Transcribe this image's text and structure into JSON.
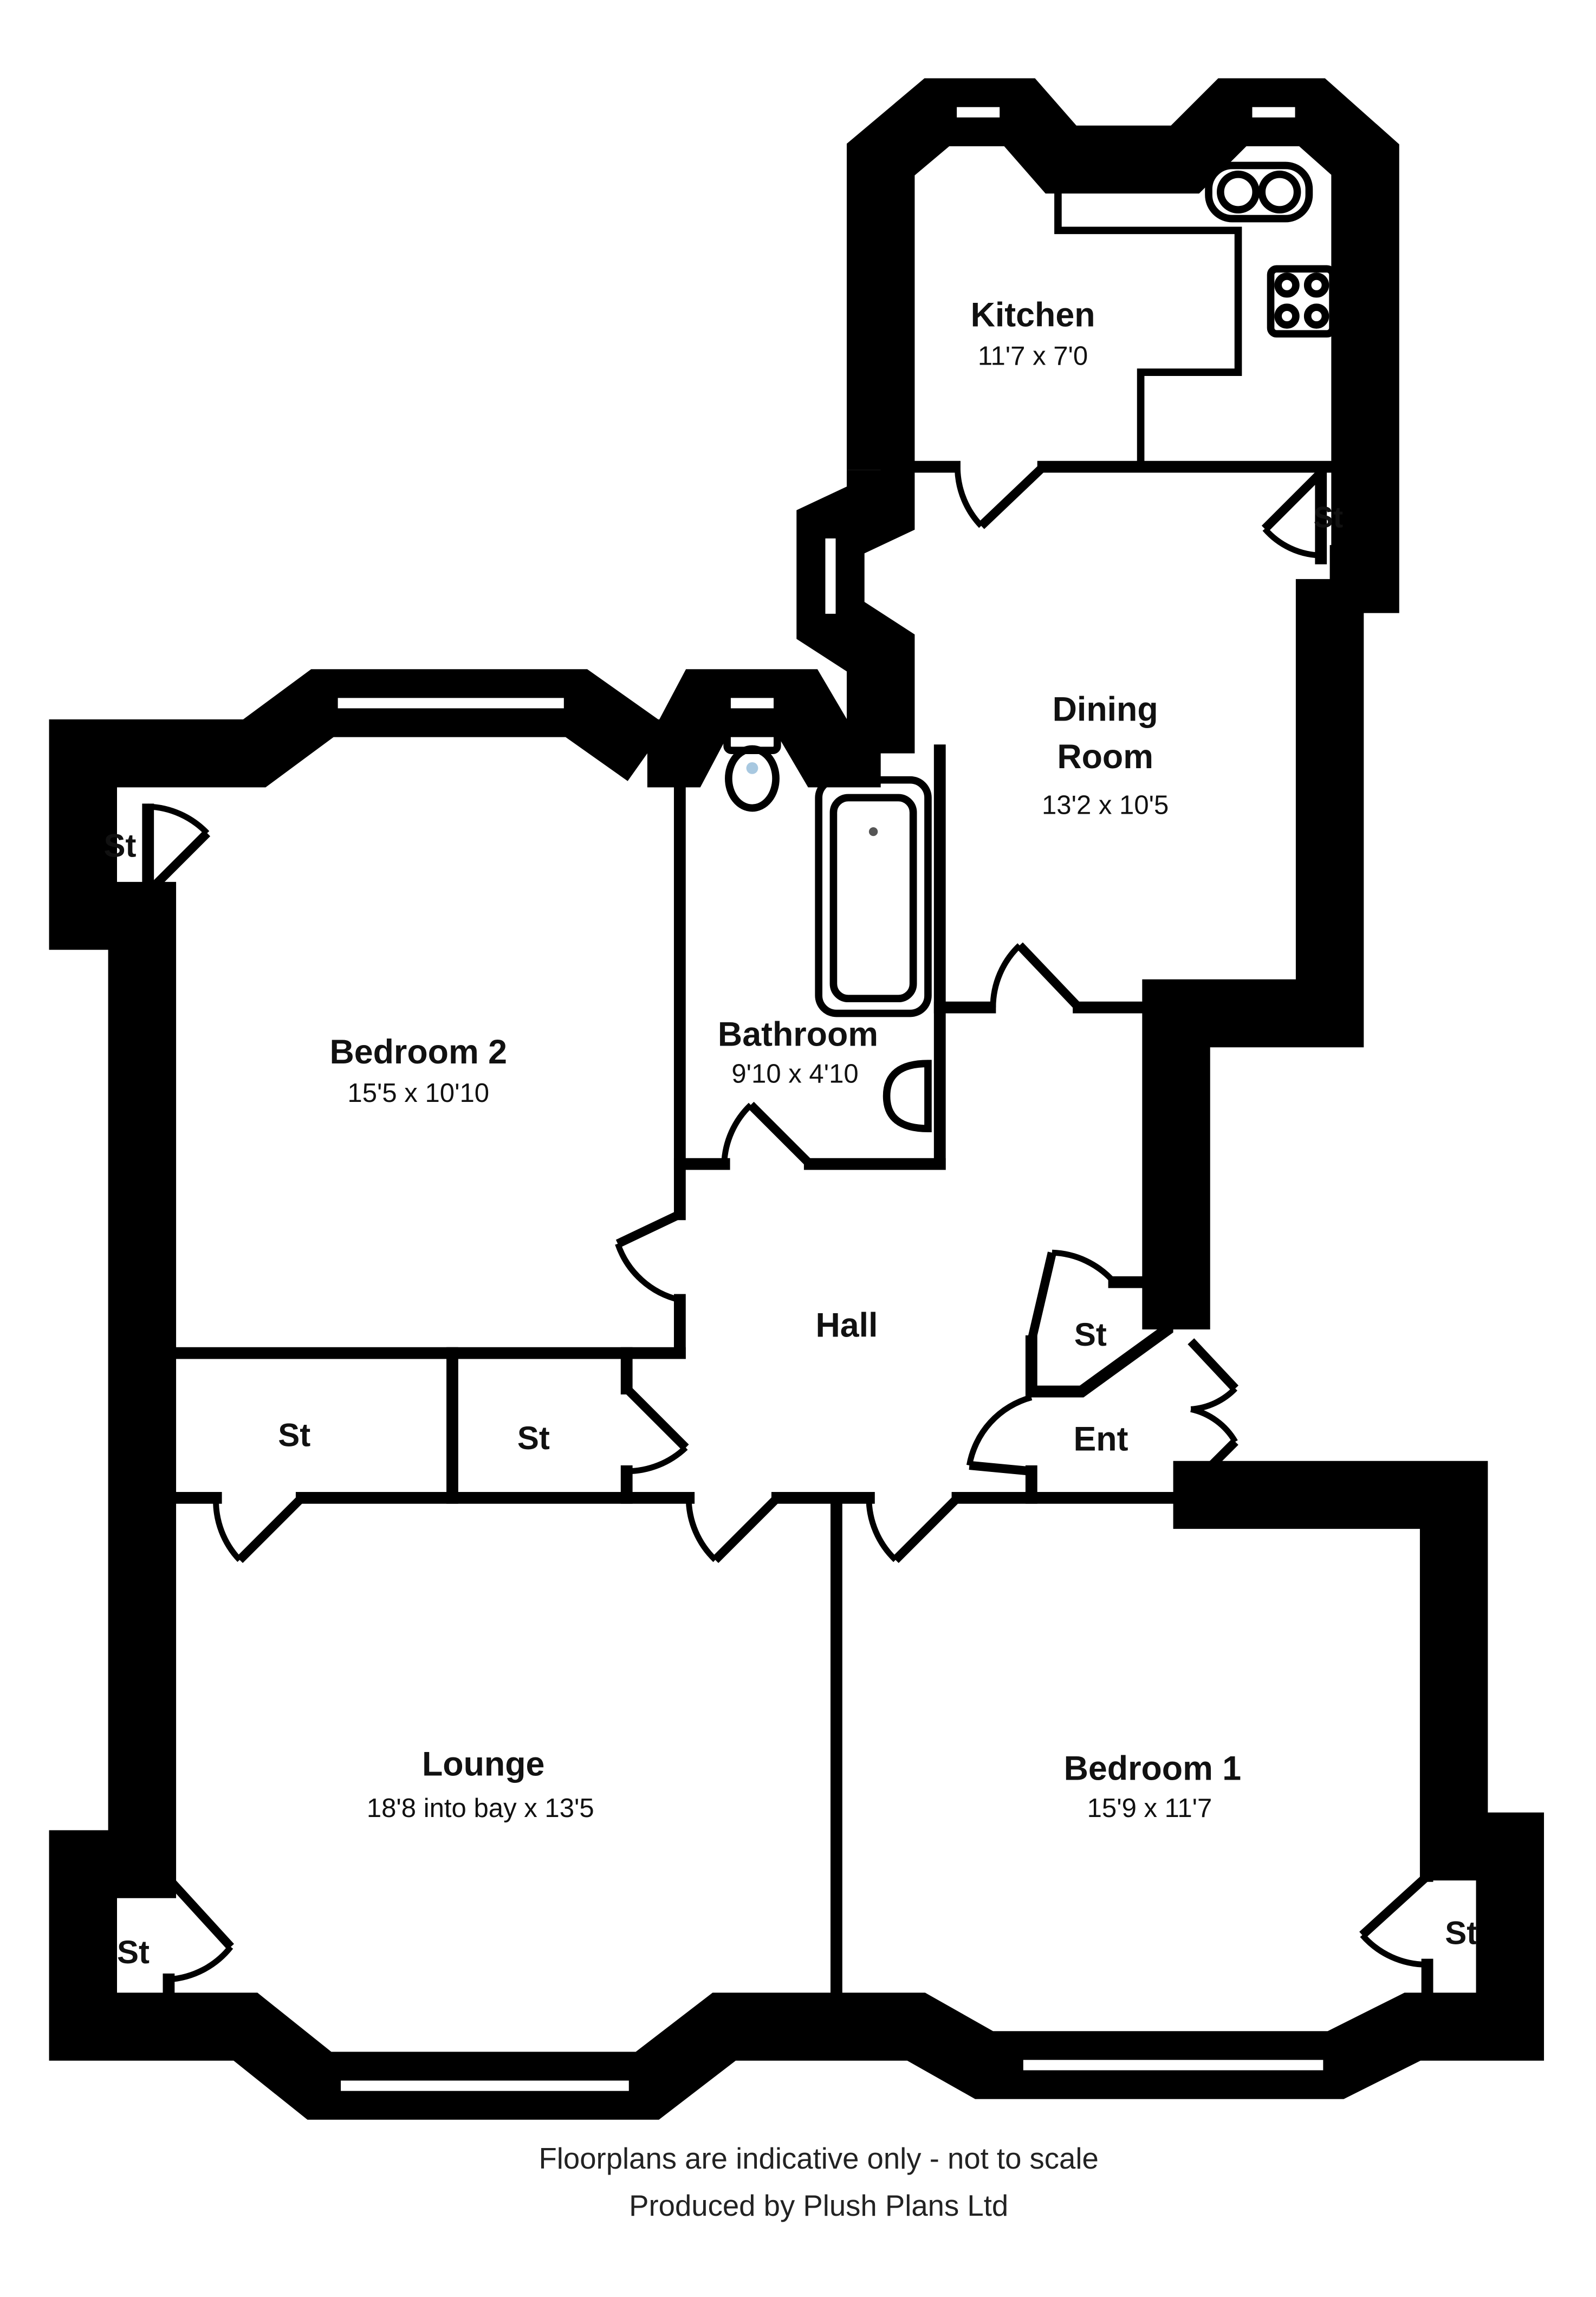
{
  "rooms": {
    "kitchen": {
      "name": "Kitchen",
      "dims": "11'7 x 7'0"
    },
    "dining": {
      "name_line1": "Dining",
      "name_line2": "Room",
      "dims": "13'2 x 10'5"
    },
    "bedroom2": {
      "name": "Bedroom 2",
      "dims": "15'5 x 10'10"
    },
    "bathroom": {
      "name": "Bathroom",
      "dims": "9'10 x 4'10"
    },
    "hall": {
      "name": "Hall"
    },
    "entrance": {
      "name": "Ent"
    },
    "lounge": {
      "name": "Lounge",
      "dims": "18'8 into bay x 13'5"
    },
    "bedroom1": {
      "name": "Bedroom 1",
      "dims": "15'9 x 11'7"
    }
  },
  "storage_label": "St",
  "footer": {
    "disclaimer": "Floorplans are indicative only - not to scale",
    "credit": "Produced by Plush Plans Ltd"
  }
}
